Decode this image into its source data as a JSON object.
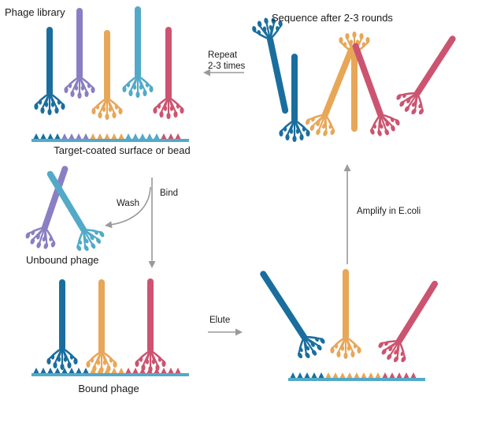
{
  "labels": {
    "phage_library": "Phage library",
    "sequence_after": "Sequence after 2-3 rounds",
    "repeat_line1": "Repeat",
    "repeat_line2": "2-3 times",
    "target_surface": "Target-coated surface or bead",
    "wash": "Wash",
    "bind": "Bind",
    "unbound_phage": "Unbound phage",
    "amplify": "Amplify in E.coli",
    "elute": "Elute",
    "bound_phage": "Bound phage"
  },
  "colors": {
    "dark_blue": "#1a6e9e",
    "purple": "#8a7fc2",
    "orange": "#e8a657",
    "teal": "#52aac8",
    "red": "#cc5470",
    "surface": "#52aac8",
    "arrow": "#9a9a9a"
  },
  "icons": {
    "phage": "phage-icon",
    "arrow": "arrow-icon",
    "target_surface": "target-surface-icon"
  }
}
